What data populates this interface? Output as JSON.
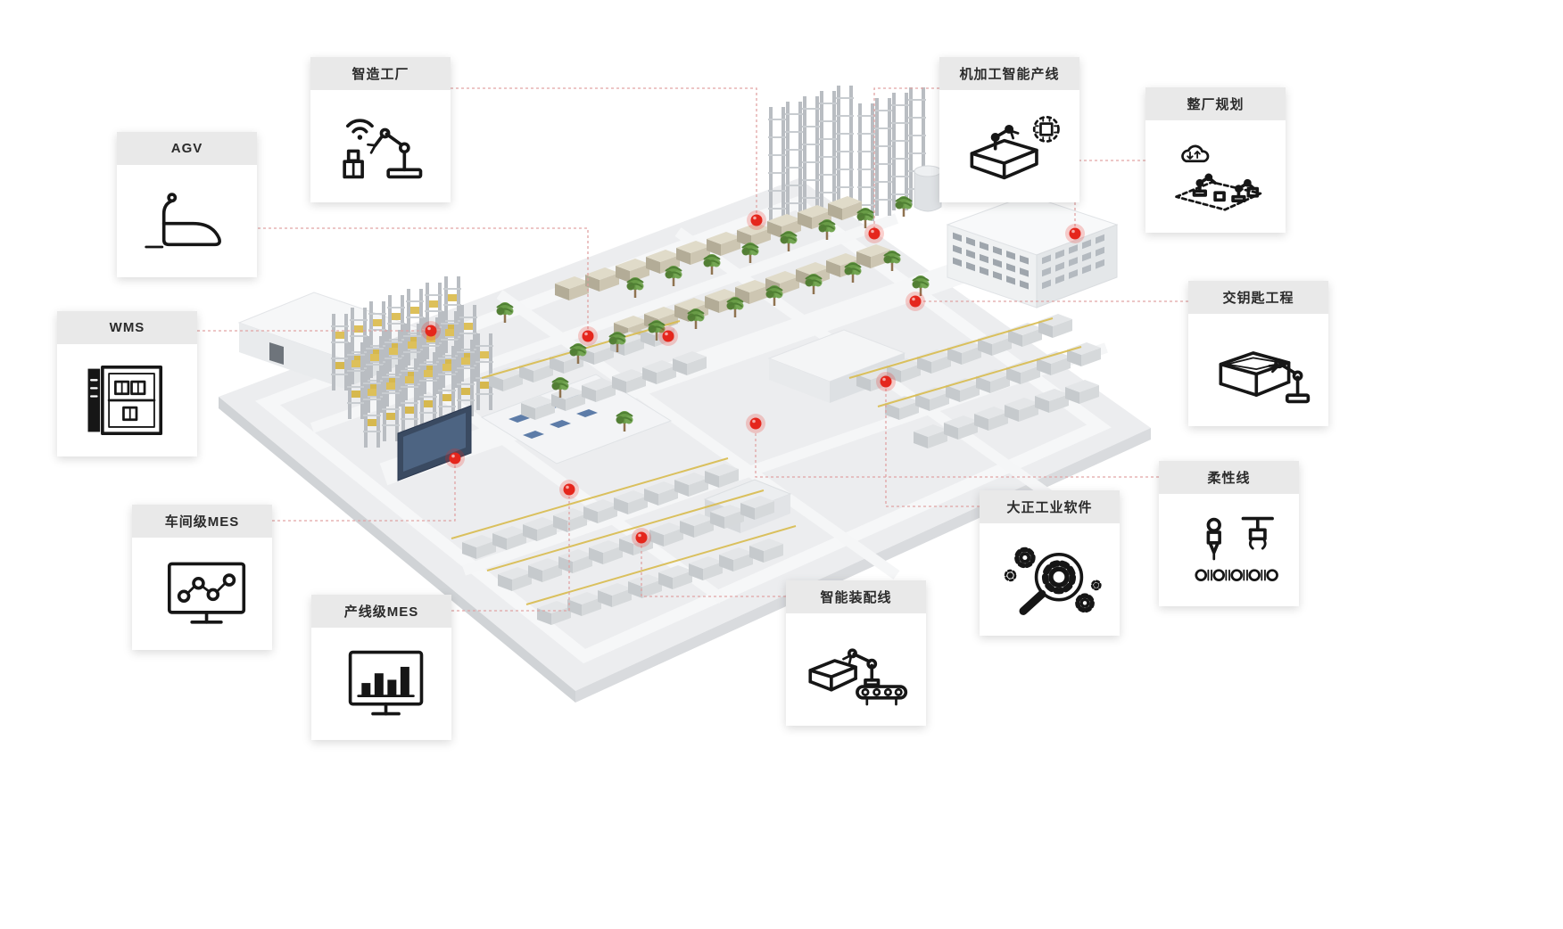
{
  "callouts": [
    {
      "id": "smart-factory",
      "label": "智造工厂",
      "icon": "robot-arm-wifi-icon"
    },
    {
      "id": "machining-line",
      "label": "机加工智能产线",
      "icon": "robot-machining-chip-icon"
    },
    {
      "id": "plant-planning",
      "label": "整厂规划",
      "icon": "plant-layout-cloud-icon"
    },
    {
      "id": "agv",
      "label": "AGV",
      "icon": "agv-vehicle-icon"
    },
    {
      "id": "wms",
      "label": "WMS",
      "icon": "warehouse-cabinet-icon"
    },
    {
      "id": "turnkey",
      "label": "交钥匙工程",
      "icon": "robot-open-box-icon"
    },
    {
      "id": "workshop-mes",
      "label": "车间级MES",
      "icon": "monitor-node-graph-icon"
    },
    {
      "id": "flexible-line",
      "label": "柔性线",
      "icon": "flexible-tools-rail-icon"
    },
    {
      "id": "industrial-software",
      "label": "大正工业软件",
      "icon": "gears-magnifier-icon"
    },
    {
      "id": "line-mes",
      "label": "产线级MES",
      "icon": "monitor-bar-chart-icon"
    },
    {
      "id": "assembly-line",
      "label": "智能装配线",
      "icon": "robot-conveyor-icon"
    }
  ],
  "colors": {
    "callout_header_bg": "#e9e9e9",
    "callout_body_bg": "#ffffff",
    "connector_line": "#e0a0a0",
    "hotspot_marker": "#e5261c",
    "icon_stroke": "#161616",
    "plate": "#ecedef",
    "tree_green": "#699c47",
    "rack_accent": "#ddc05a"
  },
  "hotspots": {
    "count": 12
  }
}
